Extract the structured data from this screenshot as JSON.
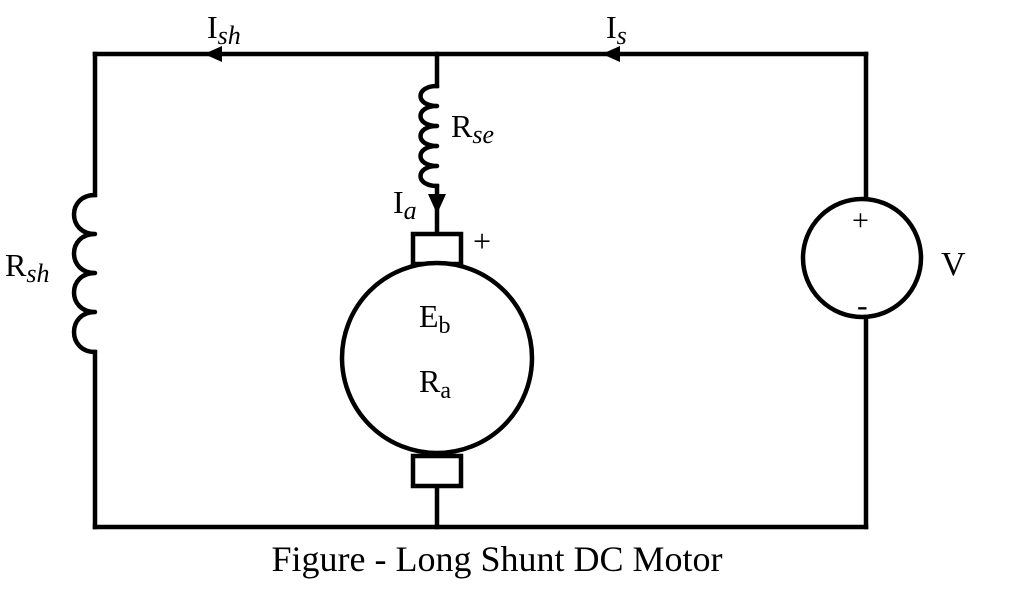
{
  "diagram": {
    "caption": "Figure - Long Shunt DC Motor",
    "labels": {
      "i_sh": {
        "main": "I",
        "sub": "sh"
      },
      "i_s": {
        "main": "I",
        "sub": "s"
      },
      "r_se": {
        "main": "R",
        "sub": "se"
      },
      "i_a": {
        "main": "I",
        "sub": "a"
      },
      "r_sh": {
        "main": "R",
        "sub": "sh"
      },
      "e_b": {
        "main": "E",
        "sub": "b"
      },
      "r_a": {
        "main": "R",
        "sub": "a"
      },
      "v": "V",
      "armature_plus": "+",
      "source_plus": "+",
      "source_minus": "-"
    }
  }
}
